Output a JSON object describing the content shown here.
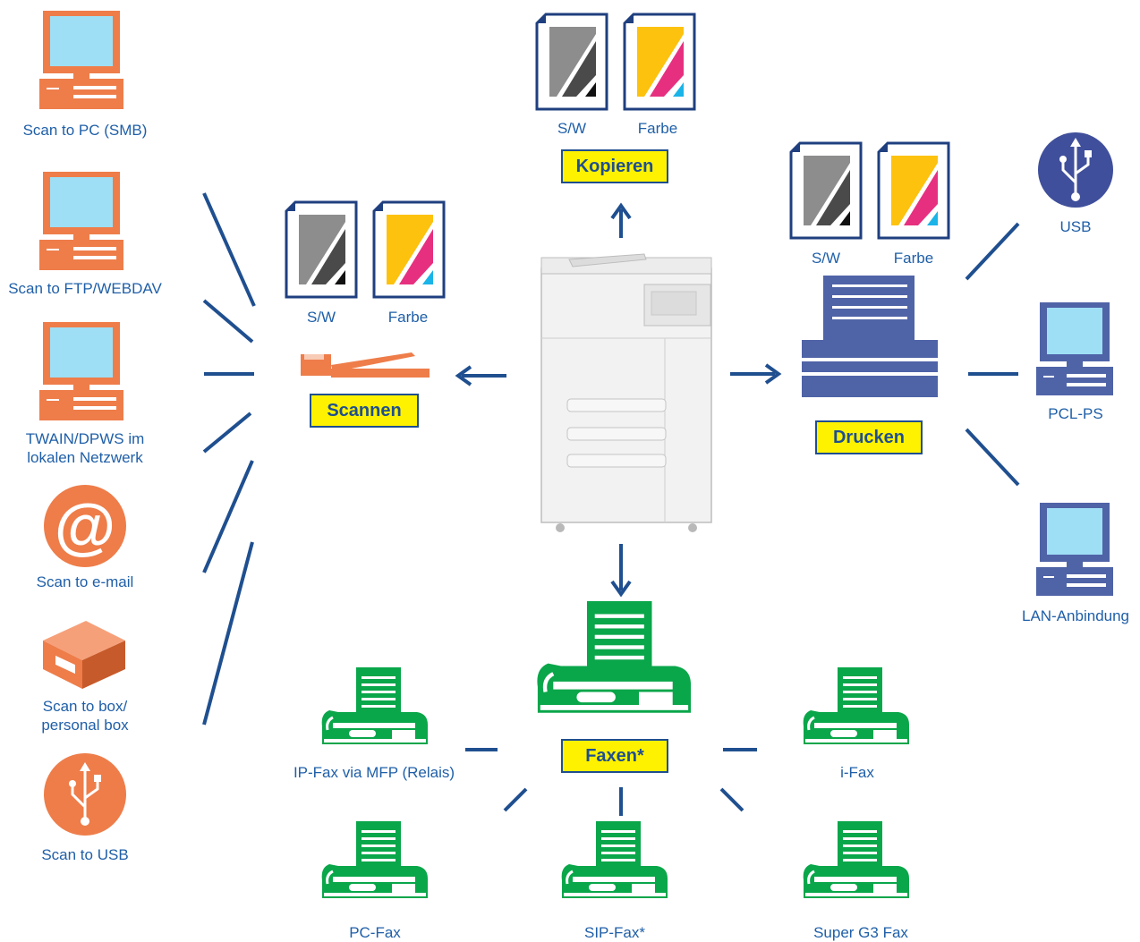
{
  "colors": {
    "label_text": "#1f5fa8",
    "connector": "#1f4f8f",
    "box_fill": "#fff200",
    "box_border": "#1f4f8f",
    "scan_orange": "#ee7d4a",
    "print_blue": "#4f63a7",
    "fax_green": "#0aa64a"
  },
  "functions": {
    "copy": {
      "label": "Kopieren",
      "bw": "S/W",
      "color": "Farbe"
    },
    "scan": {
      "label": "Scannen",
      "bw": "S/W",
      "color": "Farbe"
    },
    "print": {
      "label": "Drucken",
      "bw": "S/W",
      "color": "Farbe"
    },
    "fax": {
      "label": "Faxen*"
    }
  },
  "scan_targets": [
    {
      "label": "Scan to PC (SMB)",
      "icon": "computer-icon"
    },
    {
      "label": "Scan to FTP/WEBDAV",
      "icon": "computer-icon"
    },
    {
      "label": "TWAIN/DPWS im\nlokalen Netzwerk",
      "icon": "computer-icon"
    },
    {
      "label": "Scan to e-mail",
      "icon": "at-sign-icon"
    },
    {
      "label": "Scan to box/\npersonal box",
      "icon": "box-icon"
    },
    {
      "label": "Scan to USB",
      "icon": "usb-icon"
    }
  ],
  "print_sources": [
    {
      "label": "USB",
      "icon": "usb-icon"
    },
    {
      "label": "PCL-PS",
      "icon": "computer-icon"
    },
    {
      "label": "LAN-Anbindung",
      "icon": "computer-icon"
    }
  ],
  "fax_types": [
    {
      "label": "IP-Fax via MFP (Relais)",
      "icon": "fax-icon"
    },
    {
      "label": "i-Fax",
      "icon": "fax-icon"
    },
    {
      "label": "PC-Fax",
      "icon": "fax-icon"
    },
    {
      "label": "SIP-Fax*",
      "icon": "fax-icon"
    },
    {
      "label": "Super G3 Fax",
      "icon": "fax-icon"
    }
  ]
}
